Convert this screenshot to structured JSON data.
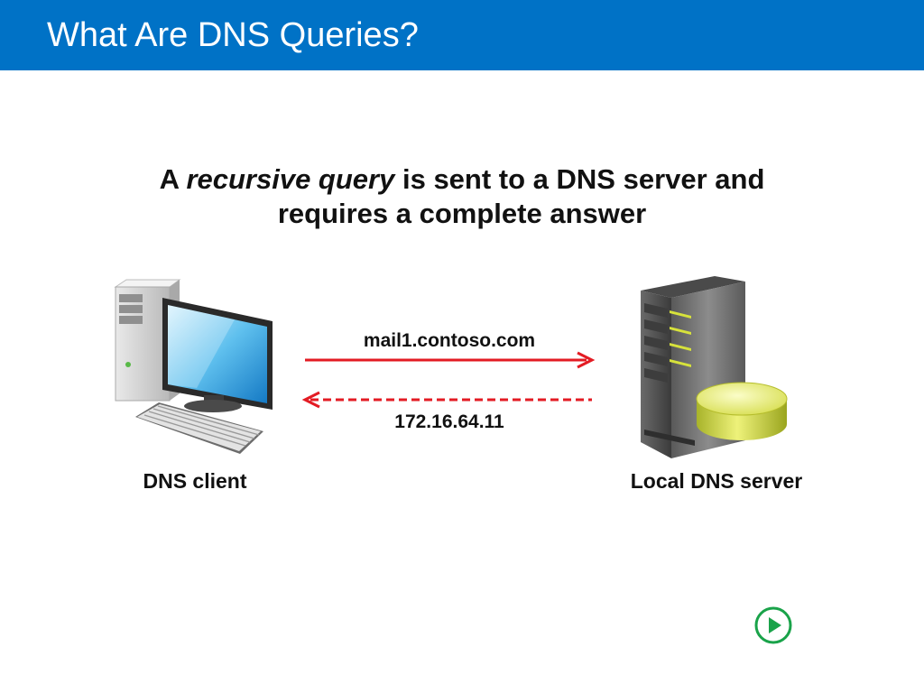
{
  "title": "What Are DNS Queries?",
  "headline": {
    "part1": "A ",
    "emphasis": "recursive query",
    "part2": " is sent to a DNS server and requires a complete answer"
  },
  "diagram": {
    "query_label": "mail1.contoso.com",
    "answer_label": "172.16.64.11",
    "client_label": "DNS client",
    "server_label": "Local DNS server",
    "arrow_color": "#e31b23"
  },
  "controls": {
    "play_icon": "play-circle-icon",
    "play_color": "#1aa34a"
  }
}
